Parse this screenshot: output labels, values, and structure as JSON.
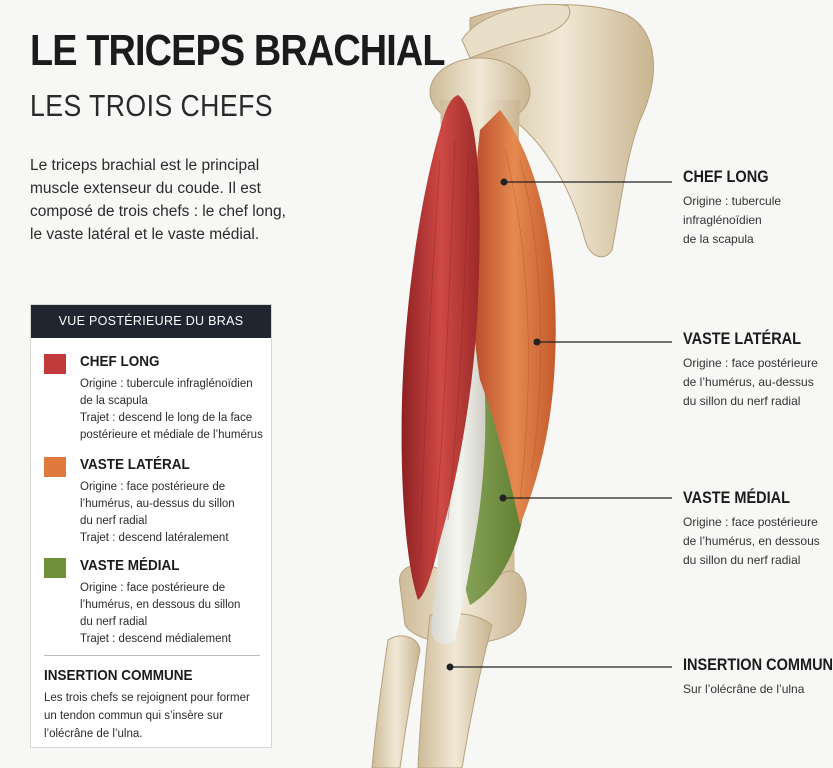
{
  "header": {
    "title": "LE TRICEPS BRACHIAL",
    "subtitle": "LES TROIS CHEFS"
  },
  "intro": {
    "line1": "Le triceps brachial est le principal",
    "line2": "muscle extenseur du coude. Il est",
    "line3": "composé de trois chefs : le chef long,",
    "line4": "le vaste latéral et le vaste médial."
  },
  "legend": {
    "header": "VUE POSTÉRIEURE DU BRAS",
    "entries": [
      {
        "title": "CHEF LONG",
        "color": "#c0393b",
        "lines": [
          "Origine : tubercule infraglénoïdien",
          "de la scapula",
          "Trajet : descend le long de la face",
          "postérieure et médiale de l’humérus"
        ]
      },
      {
        "title": "VASTE LATÉRAL",
        "color": "#e07a3c",
        "lines": [
          "Origine : face postérieure de",
          "l’humérus, au-dessus du sillon",
          "du nerf radial",
          "Trajet : descend latéralement"
        ]
      },
      {
        "title": "VASTE MÉDIAL",
        "color": "#6f8f3a",
        "lines": [
          "Origine : face postérieure de",
          "l’humérus, en dessous du sillon",
          "du nerf radial",
          "Trajet : descend médialement"
        ]
      }
    ],
    "insertion": {
      "title": "INSERTION COMMUNE",
      "lines": [
        "Les trois chefs se rejoignent pour former",
        "un tendon commun qui s’insère sur",
        "l’olécrâne de l’ulna."
      ]
    }
  },
  "callouts": [
    {
      "title": "CHEF LONG",
      "lines": [
        "Origine : tubercule",
        "infraglénoïdien",
        "de la scapula"
      ]
    },
    {
      "title": "VASTE LATÉRAL",
      "lines": [
        "Origine : face postérieure",
        "de l’humérus, au-dessus",
        "du sillon du nerf radial"
      ]
    },
    {
      "title": "VASTE MÉDIAL",
      "lines": [
        "Origine : face postérieure",
        "de l’humérus, en dessous",
        "du sillon du nerf radial"
      ]
    },
    {
      "title": "INSERTION COMMUNE",
      "lines": [
        "Sur l’olécrâne de l’ulna"
      ]
    }
  ],
  "colors": {
    "chef_long": "#c0393b",
    "vaste_lateral": "#e07a3c",
    "vaste_medial": "#6f8f3a",
    "bone": "#e8dcc4",
    "tendon": "#ecece6",
    "panel_header": "#1f2630"
  }
}
